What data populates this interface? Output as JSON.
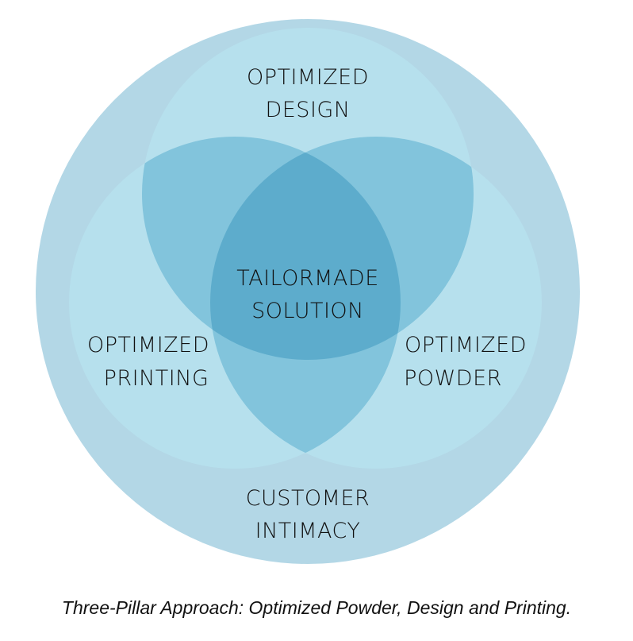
{
  "colors": {
    "outer": "#b3d7e6",
    "pillar_multiply": "#b6e0ed",
    "text": "#111111"
  },
  "outer": {
    "line1": "CUSTOMER",
    "line2": "INTIMACY"
  },
  "pillars": {
    "design": {
      "line1": "OPTIMIZED",
      "line2": "DESIGN"
    },
    "printing": {
      "line1": "OPTIMIZED",
      "line2": "PRINTING"
    },
    "powder": {
      "line1": "OPTIMIZED",
      "line2": "POWDER"
    }
  },
  "center": {
    "line1": "TAILORMADE",
    "line2": "SOLUTION"
  },
  "caption": "Three-Pillar Approach: Optimized Powder, Design and Printing."
}
